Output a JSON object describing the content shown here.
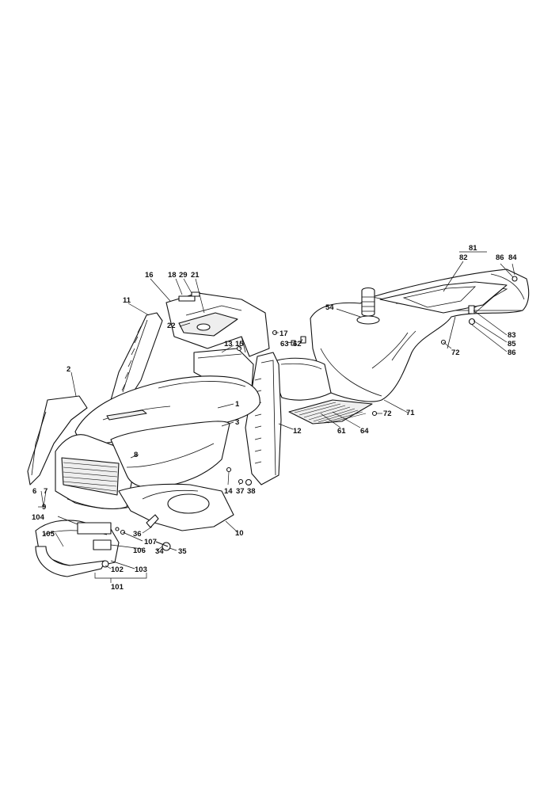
{
  "diagram": {
    "labels": [
      {
        "id": "l81",
        "text": "81"
      },
      {
        "id": "l82",
        "text": "82"
      },
      {
        "id": "l86a",
        "text": "86"
      },
      {
        "id": "l84",
        "text": "84"
      },
      {
        "id": "l16",
        "text": "16"
      },
      {
        "id": "l18",
        "text": "18"
      },
      {
        "id": "l29",
        "text": "29"
      },
      {
        "id": "l21",
        "text": "21"
      },
      {
        "id": "l11",
        "text": "11"
      },
      {
        "id": "l54",
        "text": "54"
      },
      {
        "id": "l22",
        "text": "22"
      },
      {
        "id": "l17",
        "text": "17"
      },
      {
        "id": "l15",
        "text": "15"
      },
      {
        "id": "l13",
        "text": "13"
      },
      {
        "id": "l63",
        "text": "63"
      },
      {
        "id": "l62",
        "text": "62"
      },
      {
        "id": "l83",
        "text": "83"
      },
      {
        "id": "l85",
        "text": "85"
      },
      {
        "id": "l86b",
        "text": "86"
      },
      {
        "id": "l72a",
        "text": "72"
      },
      {
        "id": "l2",
        "text": "2"
      },
      {
        "id": "l1",
        "text": "1"
      },
      {
        "id": "l72b",
        "text": "72"
      },
      {
        "id": "l71",
        "text": "71"
      },
      {
        "id": "l3",
        "text": "3"
      },
      {
        "id": "l61",
        "text": "61"
      },
      {
        "id": "l64",
        "text": "64"
      },
      {
        "id": "l12",
        "text": "12"
      },
      {
        "id": "l8",
        "text": "8"
      },
      {
        "id": "l6",
        "text": "6"
      },
      {
        "id": "l7",
        "text": "7"
      },
      {
        "id": "l14",
        "text": "14"
      },
      {
        "id": "l37",
        "text": "37"
      },
      {
        "id": "l38",
        "text": "38"
      },
      {
        "id": "l9",
        "text": "9"
      },
      {
        "id": "l104",
        "text": "104"
      },
      {
        "id": "l10",
        "text": "10"
      },
      {
        "id": "l36",
        "text": "36"
      },
      {
        "id": "l105",
        "text": "105"
      },
      {
        "id": "l107",
        "text": "107"
      },
      {
        "id": "l106",
        "text": "106"
      },
      {
        "id": "l34",
        "text": "34"
      },
      {
        "id": "l35",
        "text": "35"
      },
      {
        "id": "l102",
        "text": "102"
      },
      {
        "id": "l103",
        "text": "103"
      },
      {
        "id": "l101",
        "text": "101"
      }
    ]
  }
}
